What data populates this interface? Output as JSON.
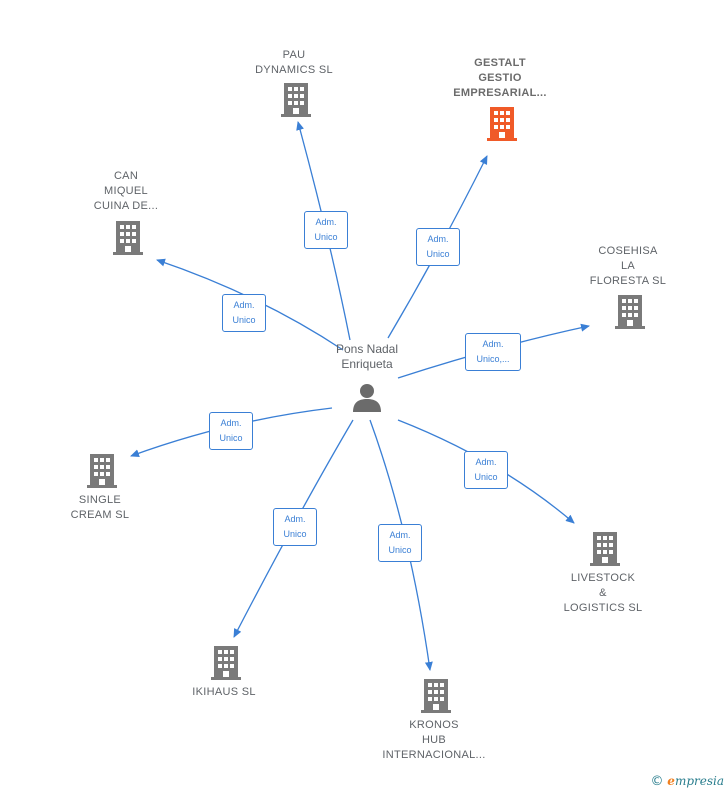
{
  "center": {
    "name": "Pons Nadal\nEnriqueta",
    "icon": "person-icon"
  },
  "edge_label_default": "Adm.\nUnico",
  "companies": [
    {
      "id": "pau-dynamics",
      "name": "PAU\nDYNAMICS SL",
      "role": "Adm.\nUnico",
      "highlight": false
    },
    {
      "id": "gestalt-gestio",
      "name": "GESTALT\nGESTIO\nEMPRESARIAL...",
      "role": "Adm.\nUnico",
      "highlight": true
    },
    {
      "id": "can-miquel",
      "name": "CAN\nMIQUEL\nCUINA DE...",
      "role": "Adm.\nUnico",
      "highlight": false
    },
    {
      "id": "cosehisa",
      "name": "COSEHISA\nLA\nFLORESTA  SL",
      "role": "Adm.\nUnico,...",
      "highlight": false
    },
    {
      "id": "single-cream",
      "name": "SINGLE\nCREAM  SL",
      "role": "Adm.\nUnico",
      "highlight": false
    },
    {
      "id": "livestock-logistics",
      "name": "LIVESTOCK\n&\nLOGISTICS  SL",
      "role": "Adm.\nUnico",
      "highlight": false
    },
    {
      "id": "ikihaus",
      "name": "IKIHAUS  SL",
      "role": "Adm.\nUnico",
      "highlight": false
    },
    {
      "id": "kronos-hub",
      "name": "KRONOS\nHUB\nINTERNACIONAL...",
      "role": "Adm.\nUnico",
      "highlight": false
    }
  ],
  "colors": {
    "edge": "#3a7fd5",
    "building": "#7a7a7a",
    "building_highlight": "#f05a28",
    "person": "#6b6b6b"
  },
  "branding": {
    "copyright": "©",
    "brand_initial": "e",
    "brand_name": "mpresia"
  }
}
